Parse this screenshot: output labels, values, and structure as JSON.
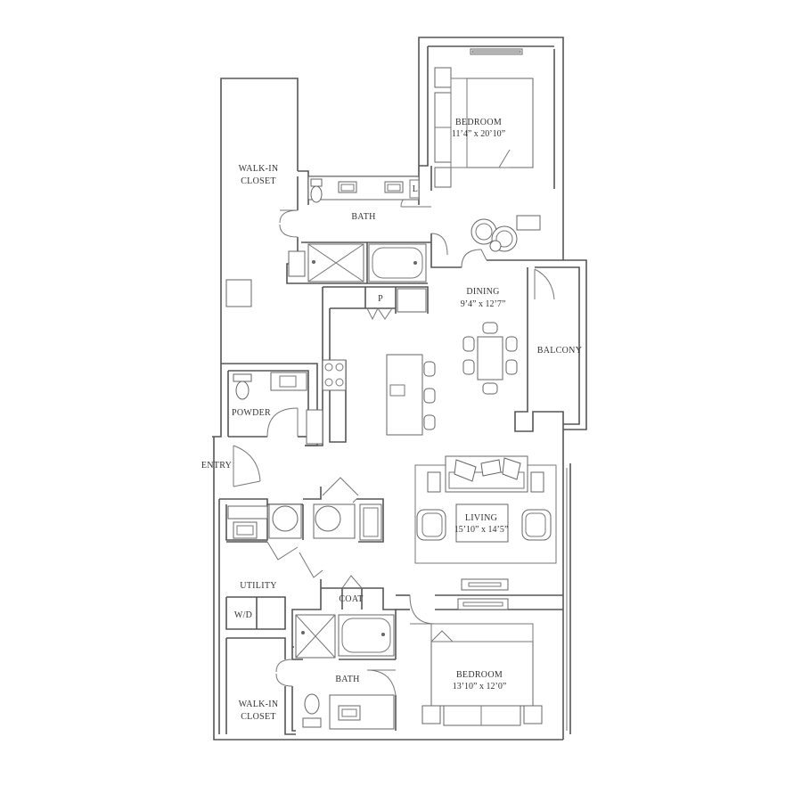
{
  "rooms": {
    "bedroom_top": {
      "name": "BEDROOM",
      "dims": "11’4” x 20’10”"
    },
    "walkin_top": {
      "line1": "WALK-IN",
      "line2": "CLOSET"
    },
    "bath_top": {
      "name": "BATH"
    },
    "linen": {
      "name": "L"
    },
    "dining": {
      "name": "DINING",
      "dims": "9’4” x 12’7”"
    },
    "pantry": {
      "name": "P"
    },
    "balcony": {
      "name": "BALCONY"
    },
    "powder": {
      "name": "POWDER"
    },
    "entry": {
      "name": "ENTRY"
    },
    "living": {
      "name": "LIVING",
      "dims": "15’10” x 14’5”"
    },
    "utility": {
      "name": "UTILITY"
    },
    "washer_dryer": {
      "name": "W/D"
    },
    "coat": {
      "name": "COAT"
    },
    "bath_bottom": {
      "name": "BATH"
    },
    "bedroom_bottom": {
      "name": "BEDROOM",
      "dims": "13’10” x 12’0”"
    },
    "walkin_bottom": {
      "line1": "WALK-IN",
      "line2": "CLOSET"
    }
  },
  "colors": {
    "wall": "#555555",
    "fixture": "#666666",
    "text": "#333333",
    "background": "#ffffff"
  }
}
